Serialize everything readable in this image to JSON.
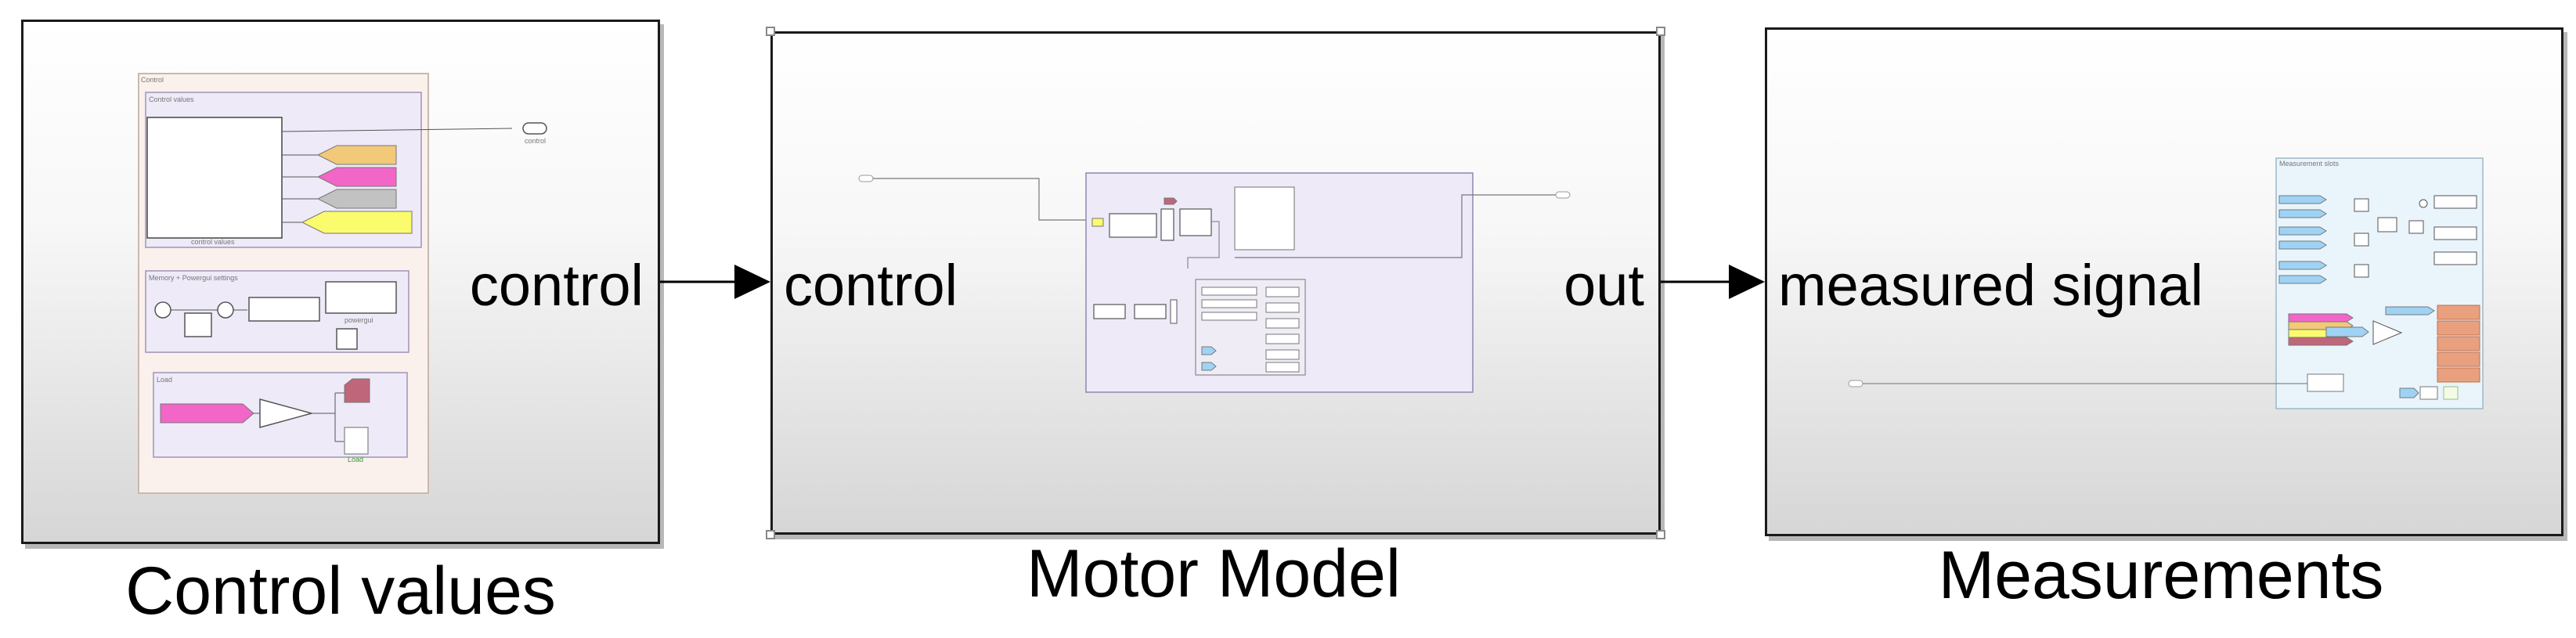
{
  "blocks": {
    "control_values": {
      "title": "Control values",
      "out_port": "control",
      "thumbnail": {
        "outer_label": "Control",
        "panel1_label": "Control values",
        "panel1_caption": "control values",
        "panel2_label": "Memory + Powergui settings",
        "panel2_caption": "powergui",
        "panel3_label": "Load",
        "panel3_caption": "Load",
        "out_label": "control",
        "tag_colors": [
          "#f2c879",
          "#f266c8",
          "#c2c2c2",
          "#fbfb6e"
        ],
        "load_color": "#f266c8",
        "goto_color": "#c0667a",
        "panel_color": "#eeeaf8",
        "outer_color": "#fbf1ec"
      }
    },
    "motor_model": {
      "title": "Motor Model",
      "in_port": "control",
      "out_port": "out",
      "thumbnail": {
        "subsystem_color": "#eeeaf8",
        "tag_colors": [
          "#fbfb6e",
          "#c0667a",
          "#9fd3f5"
        ]
      }
    },
    "measurements": {
      "title": "Measurements",
      "in_port": "measured signal",
      "thumbnail": {
        "label": "Measurement slots",
        "panel_color": "#eaf4fb",
        "tag_colors": [
          "#9fd3f5",
          "#f266c8",
          "#f2c879",
          "#fbfb6e",
          "#c0667a"
        ],
        "bank_color": "#e8a07e"
      }
    }
  },
  "colors": {
    "block_border": "#1a1a1a",
    "line": "#000000"
  }
}
